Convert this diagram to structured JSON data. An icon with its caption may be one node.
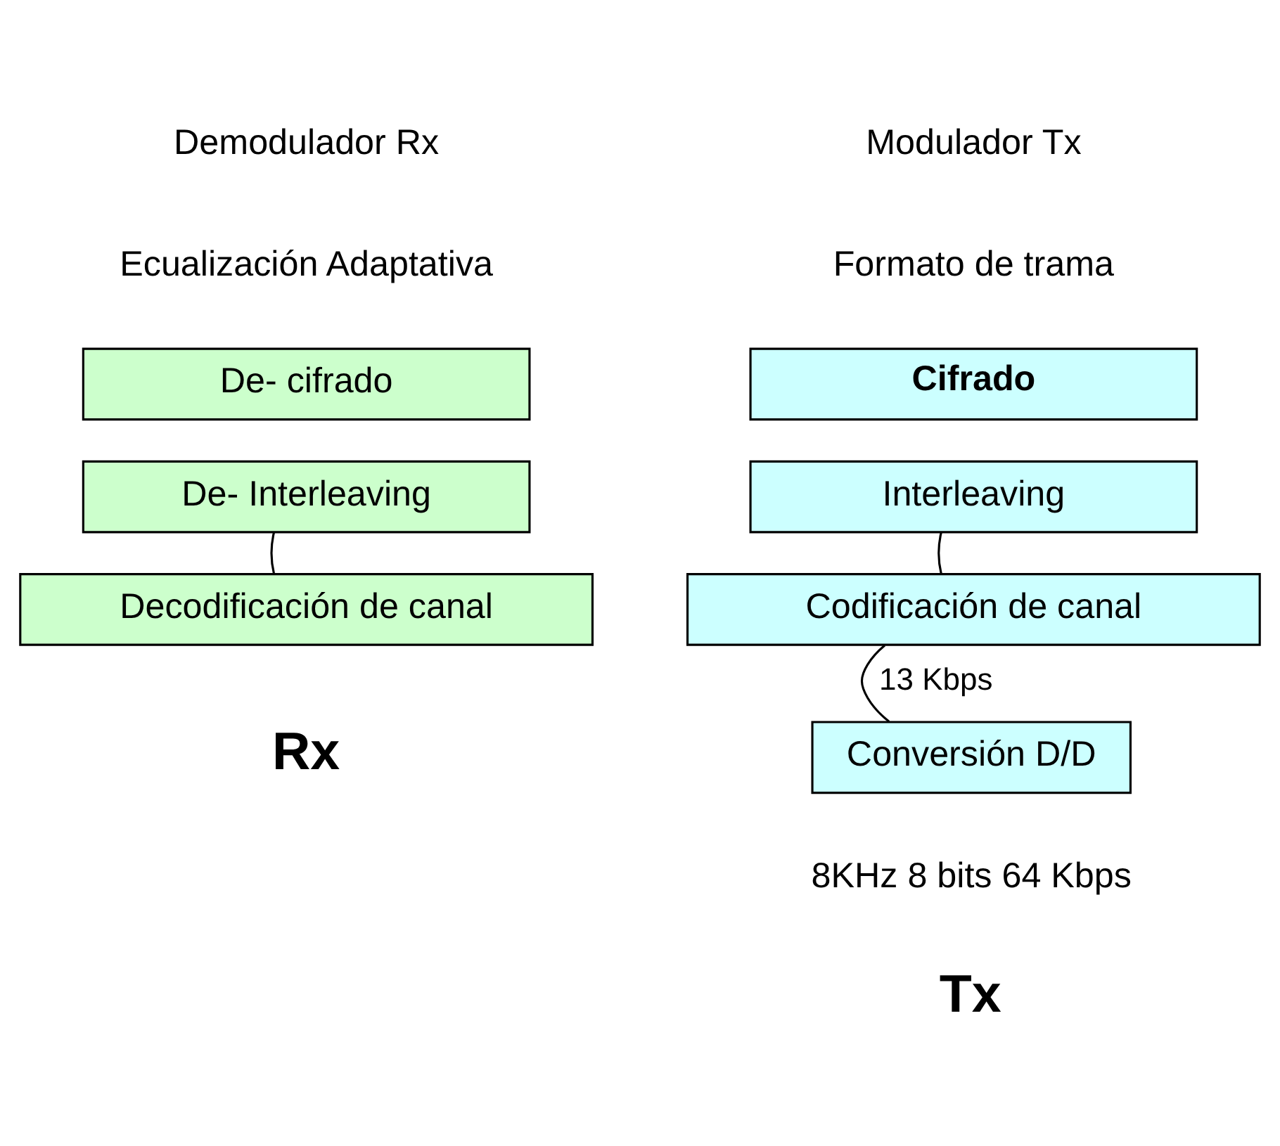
{
  "diagram": {
    "nodes": [
      {
        "text": [
          "De- cifrado"
        ]
      },
      {
        "text": [
          "De- Interleaving"
        ]
      },
      {
        "text": [
          "Decodificación de canal"
        ]
      },
      {
        "text": [
          "Cifrado"
        ]
      },
      {
        "text": [
          "Interleaving"
        ]
      },
      {
        "text": [
          "Codificación de canal"
        ]
      },
      {
        "text": [
          "Conversión D/D"
        ],
        "beside": [
          "8KHz 8 bits 64 Kbps"
        ]
      }
    ],
    "edges": [
      {
        "from": 1,
        "to": 2,
        "arrow": "none"
      },
      {
        "from": 4,
        "to": 5,
        "arrow": "none"
      },
      {
        "from": 5,
        "to": 6,
        "arrow": "none",
        "label": "13 Kbps"
      }
    ],
    "labels": [
      "Demodulador Rx",
      "Modulador Tx",
      "Ecualización Adaptativa",
      "Formato de trama",
      "Rx",
      "Tx"
    ]
  }
}
